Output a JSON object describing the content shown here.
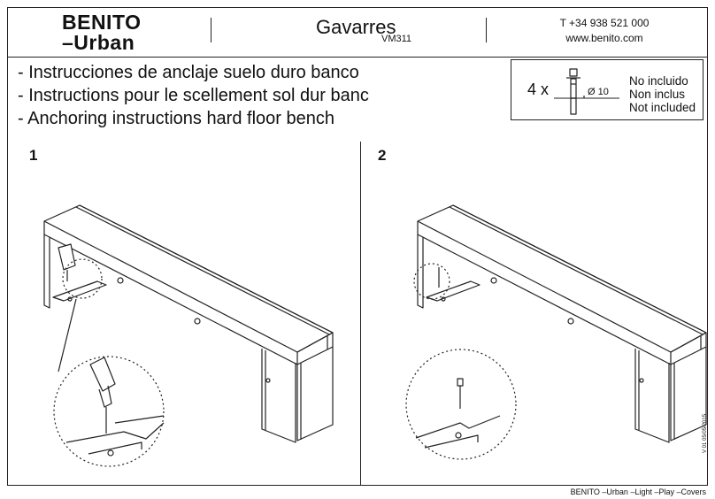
{
  "header": {
    "brand_line1": "BENITO",
    "brand_line2": "–Urban",
    "title": "Gavarres",
    "code": "VM311",
    "phone": "T +34 938 521 000",
    "website": "www.benito.com"
  },
  "instructions": [
    "- Instrucciones de anclaje suelo duro banco",
    "- Instructions pour le scellement sol dur banc",
    "- Anchoring instructions hard floor bench"
  ],
  "parts_box": {
    "quantity": "4 x",
    "diameter_label": "Ø 10",
    "not_included": [
      "No incluido",
      "Non inclus",
      "Not included"
    ],
    "icon": "anchor-bolt-icon"
  },
  "steps": [
    {
      "number": "1",
      "icon": "bench-drilling-illustration"
    },
    {
      "number": "2",
      "icon": "bench-bolt-illustration"
    }
  ],
  "version": "V 01 05/05/2015",
  "footer": "BENITO –Urban –Light –Play –Covers",
  "colors": {
    "line": "#222222",
    "background": "#ffffff"
  }
}
